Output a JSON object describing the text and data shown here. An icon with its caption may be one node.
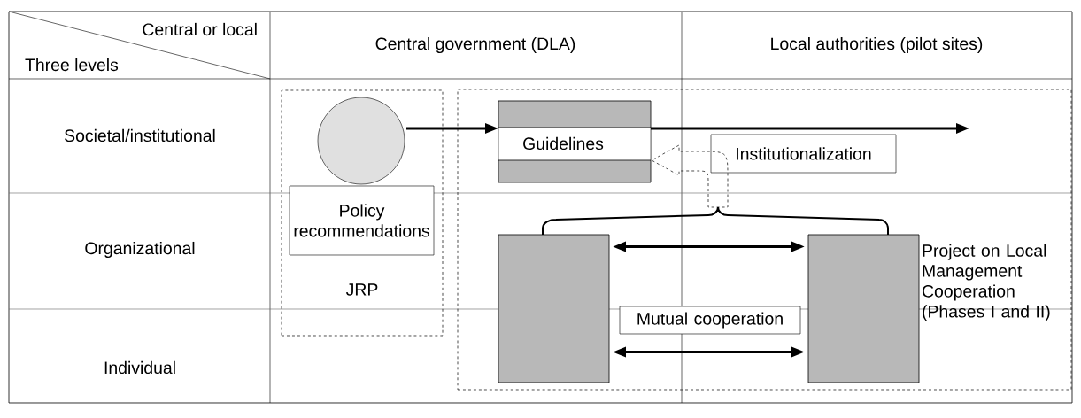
{
  "diagram": {
    "nodes": [
      {
        "text": [
          "JRP"
        ]
      },
      {
        "text": [],
        "shape": "circle",
        "in": 0
      },
      {
        "text": [
          "Policy recommendations"
        ],
        "in": 0
      },
      {
        "text": [
          "Project on Local Management Cooperation (Phases I and II)"
        ]
      },
      {
        "text": [
          "Guidelines"
        ],
        "in": 3
      },
      {
        "text": [
          "Institutionalization"
        ],
        "in": 3
      },
      {
        "text": [],
        "shape": "box",
        "in": 3
      },
      {
        "text": [],
        "shape": "box",
        "in": 3
      },
      {
        "text": [
          "Mutual cooperation"
        ],
        "in": 3
      }
    ],
    "edges": [
      {
        "from": 1,
        "to": 4,
        "arrow": "to"
      },
      {
        "from": 4,
        "to": null,
        "arrow": "to"
      },
      {
        "from": 6,
        "to": 7,
        "arrow": "both"
      },
      {
        "from": 6,
        "to": 7,
        "arrow": "both"
      },
      {
        "from": null,
        "to": 4,
        "arrow": "to",
        "style": "dashed"
      }
    ],
    "labels": [
      "Central or local",
      "Three levels",
      "Central government (DLA)",
      "Local authorities (pilot sites)",
      "Societal/institutional",
      "Organizational",
      "Individual"
    ]
  }
}
